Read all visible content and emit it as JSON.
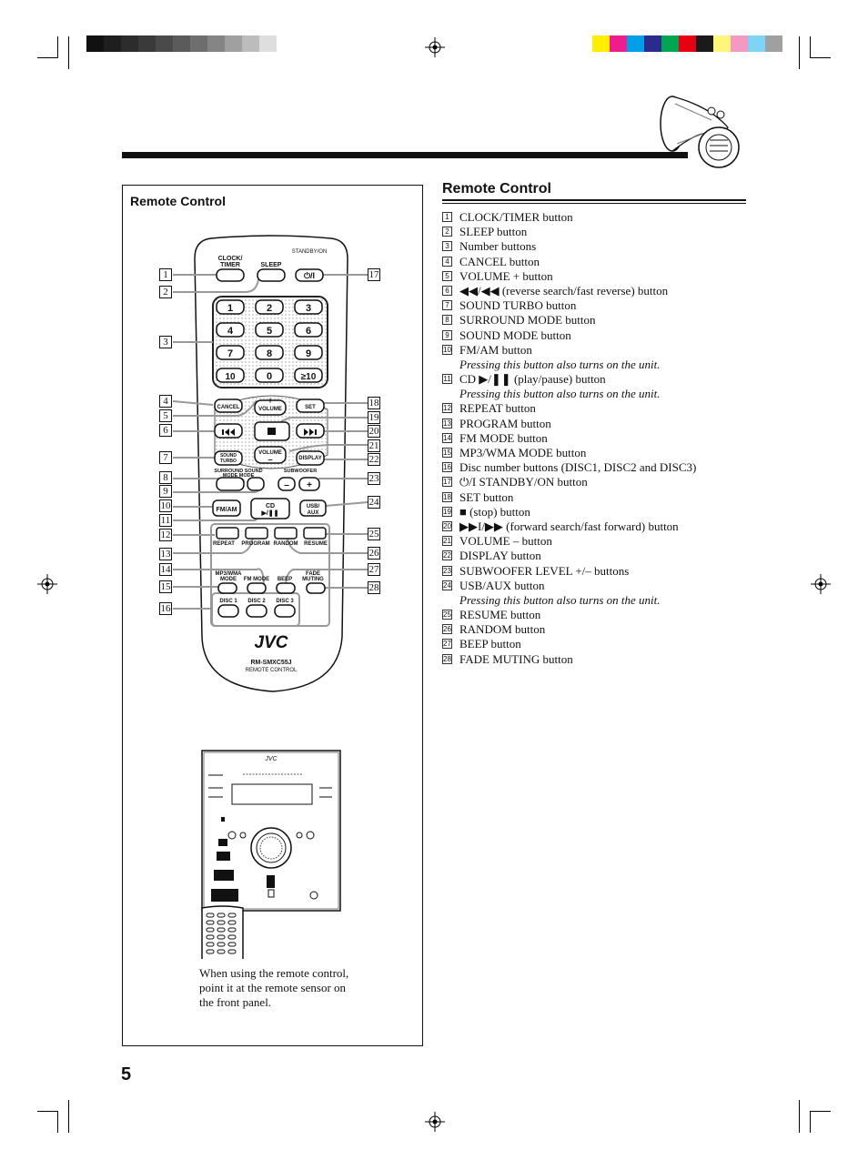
{
  "left_panel": {
    "title": "Remote Control",
    "remote_labels": {
      "clock_timer": "CLOCK/\nTIMER",
      "sleep": "SLEEP",
      "standby": "STANDBY/ON",
      "cancel": "CANCEL",
      "volume": "VOLUME",
      "set": "SET",
      "sound_turbo": "SOUND\nTURBO",
      "display": "DISPLAY",
      "surround": "SURROUND SOUND\nMODE   MODE",
      "subwoofer": "SUBWOOFER",
      "fmam": "FM/AM",
      "cd": "CD",
      "usb_aux": "USB/\nAUX",
      "repeat": "REPEAT",
      "program": "PROGRAM",
      "random": "RANDOM",
      "resume": "RESUME",
      "mp3wma": "MP3/WMA\nMODE",
      "fm_mode": "FM MODE",
      "beep": "BEEP",
      "fade": "FADE\nMUTING",
      "disc1": "DISC 1",
      "disc2": "DISC 2",
      "disc3": "DISC 3",
      "brand": "JVC",
      "model": "RM-SMXC55J",
      "model_sub": "REMOTE CONTROL",
      "digits": [
        "1",
        "2",
        "3",
        "4",
        "5",
        "6",
        "7",
        "8",
        "9",
        "10",
        "0",
        "≥10"
      ]
    },
    "caption": "When using the remote control, point it at the remote sensor on the front panel."
  },
  "right_column": {
    "title": "Remote Control",
    "items": [
      {
        "n": "1",
        "text": "CLOCK/TIMER button"
      },
      {
        "n": "2",
        "text": "SLEEP button"
      },
      {
        "n": "3",
        "text": "Number buttons"
      },
      {
        "n": "4",
        "text": "CANCEL button"
      },
      {
        "n": "5",
        "text": "VOLUME + button"
      },
      {
        "n": "6",
        "text": "◀◀/◀◀ (reverse search/fast reverse) button"
      },
      {
        "n": "7",
        "text": "SOUND TURBO button"
      },
      {
        "n": "8",
        "text": "SURROUND MODE button"
      },
      {
        "n": "9",
        "text": "SOUND MODE button"
      },
      {
        "n": "10",
        "text": "FM/AM button",
        "note": "Pressing this button also turns on the unit."
      },
      {
        "n": "11",
        "text": "CD ▶/❚❚ (play/pause) button",
        "note": "Pressing this button also turns on the unit."
      },
      {
        "n": "12",
        "text": "REPEAT button"
      },
      {
        "n": "13",
        "text": "PROGRAM button"
      },
      {
        "n": "14",
        "text": "FM MODE button"
      },
      {
        "n": "15",
        "text": "MP3/WMA MODE button"
      },
      {
        "n": "16",
        "text": "Disc number buttons (DISC1, DISC2 and DISC3)"
      },
      {
        "n": "17",
        "text": "⏻/I STANDBY/ON button"
      },
      {
        "n": "18",
        "text": "SET button"
      },
      {
        "n": "19",
        "text": "■ (stop) button"
      },
      {
        "n": "20",
        "text": "▶▶I/▶▶ (forward search/fast forward) button"
      },
      {
        "n": "21",
        "text": "VOLUME – button"
      },
      {
        "n": "22",
        "text": "DISPLAY button"
      },
      {
        "n": "23",
        "text": "SUBWOOFER LEVEL +/– buttons"
      },
      {
        "n": "24",
        "text": "USB/AUX button",
        "note": "Pressing this button also turns on the unit."
      },
      {
        "n": "25",
        "text": "RESUME button"
      },
      {
        "n": "26",
        "text": "RANDOM button"
      },
      {
        "n": "27",
        "text": "BEEP button"
      },
      {
        "n": "28",
        "text": "FADE MUTING button"
      }
    ]
  },
  "page_number": "5",
  "colors": {
    "gray_swatches": [
      "#111111",
      "#1e1e1e",
      "#2c2c2c",
      "#3a3a3a",
      "#4a4a4a",
      "#5b5b5b",
      "#6e6e6e",
      "#858585",
      "#a0a0a0",
      "#bcbcbc",
      "#dedede"
    ],
    "color_swatches": [
      "#ffee00",
      "#ee1c8c",
      "#00a0e9",
      "#2a2a8f",
      "#00a650",
      "#e60012",
      "#1a1a1a",
      "#fff57a",
      "#f49ac1",
      "#7fd3f7",
      "#a0a0a0"
    ]
  }
}
